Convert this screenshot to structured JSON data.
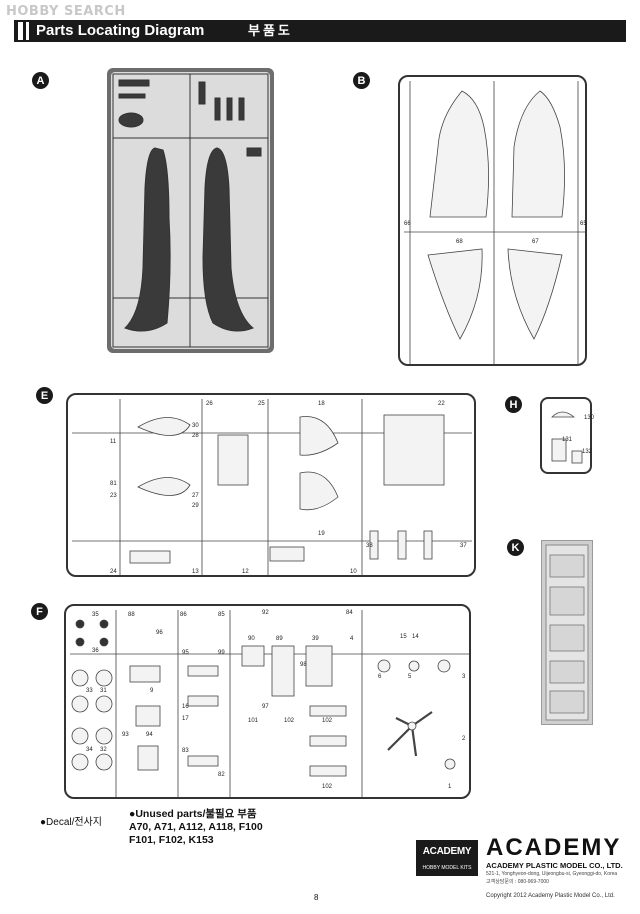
{
  "watermark": "HOBBY SEARCH",
  "header": {
    "title": "Parts Locating Diagram",
    "title_ko": "부품도"
  },
  "sprues": {
    "A": {
      "letter": "A"
    },
    "B": {
      "letter": "B",
      "numbers": [
        "66",
        "65",
        "68",
        "67"
      ]
    },
    "E": {
      "letter": "E",
      "numbers": [
        "11",
        "81",
        "23",
        "24",
        "30",
        "28",
        "27",
        "29",
        "13",
        "26",
        "25",
        "12",
        "18",
        "19",
        "10",
        "22",
        "38",
        "37"
      ]
    },
    "H": {
      "letter": "H",
      "numbers": [
        "130",
        "131",
        "132"
      ]
    },
    "K": {
      "letter": "K"
    },
    "F": {
      "letter": "F",
      "numbers": [
        "35",
        "36",
        "33",
        "31",
        "34",
        "32",
        "88",
        "96",
        "86",
        "85",
        "95",
        "99",
        "9",
        "16",
        "17",
        "93",
        "94",
        "83",
        "82",
        "92",
        "84",
        "90",
        "89",
        "39",
        "4",
        "15",
        "14",
        "98",
        "97",
        "101",
        "102",
        "102",
        "102",
        "6",
        "5",
        "3",
        "2",
        "1"
      ]
    }
  },
  "footer": {
    "decal_label": "●Decal/전사지",
    "unused_lines": [
      "●Unused parts/불필요 부품",
      "A70, A71, A112, A118, F100",
      "F101, F102, K153"
    ],
    "logo_word": "ACADEMY",
    "logo_sub": "HOBBY MODEL KITS",
    "company_big": "ACADEMY",
    "company_full": "ACADEMY PLASTIC MODEL CO., LTD.",
    "address_line1": "521-1, Yonghyeon-dong, Uijeongbu-si, Gyeonggi-do, Korea",
    "address_line2": "고객상담문의 : 080-969-7000",
    "page_number": "8",
    "copyright": "Copyright 2012 Academy Plastic Model Co., Ltd."
  }
}
